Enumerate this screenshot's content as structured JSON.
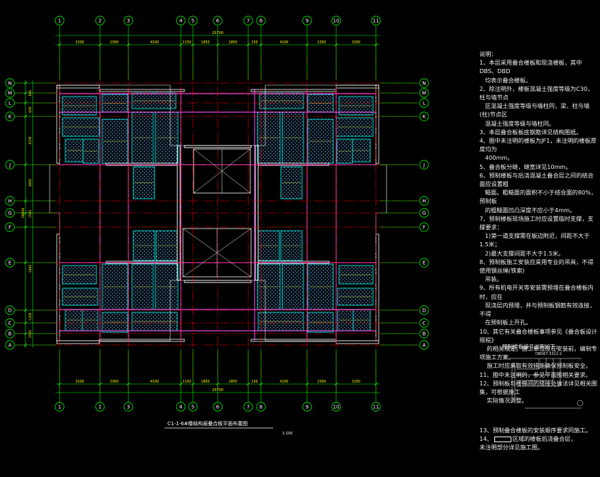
{
  "drawing": {
    "grid_top": [
      "1",
      "2",
      "3",
      "4",
      "5",
      "6",
      "7",
      "8",
      "9",
      "10",
      "11"
    ],
    "grid_bottom": [
      "1",
      "2",
      "3",
      "4",
      "5",
      "6",
      "7",
      "8",
      "9",
      "10",
      "11"
    ],
    "grid_left": [
      "N",
      "M",
      "L",
      "K",
      "J",
      "H",
      "G",
      "F",
      "E",
      "D",
      "C",
      "B",
      "A"
    ],
    "grid_right": [
      "N",
      "M",
      "L",
      "K",
      "J",
      "H",
      "G",
      "F",
      "E",
      "D",
      "C",
      "B",
      "A"
    ],
    "top_segments": [
      "3200",
      "2300",
      "4100",
      "1150",
      "1850",
      "2850",
      "150",
      "4100",
      "2300",
      "3200"
    ],
    "top_total": "25700",
    "bottom_segments": [
      "3200",
      "2300",
      "4100",
      "1150",
      "1850",
      "2850",
      "150",
      "4100",
      "2300",
      "3200"
    ],
    "bottom_total": "25700",
    "left_dims": [
      "600",
      "600",
      "4700",
      "3600",
      "1500",
      "5400",
      "1200",
      "2500"
    ],
    "left_total": "28000",
    "title": "C1-1-6#楼结构层叠合板平面布置图",
    "scale": "1:100",
    "colors": {
      "background": "#000000",
      "grid_axis": "#00ff00",
      "axis_line": "#ff0000",
      "beams": "#ff55ff",
      "walls": "#ffffff",
      "slabs": "#00ffff",
      "dims": "#ffff00"
    }
  },
  "notes": {
    "title": "说明：",
    "items": [
      "1、本层采用叠合楼板和现浇楼板，其中DBS、DBD\n   均表示叠合楼板。",
      "2、除注明外，楼板混凝土强度等级为C30，柱与墙节点\n   区混凝土强度等级与墙柱同，梁、柱与墙(柱)节点区\n   混凝土强度等级与墙柱同。",
      "3、本层叠合板板底钢筋详见结构图纸。",
      "4、图中未注明的楼板为JF1，未注明的楼板厚度均为\n   400mm。",
      "5、叠合板分缝，缝宽详见10mm。",
      "6、预制楼板与后浇混凝土叠合层之间的结合面应设置粗\n   糙面。粗糙面的面积不小于结合面的80%，预制板\n   的粗糙面凹凸深度不应小于4mm。",
      "7、预制楼板现场施工时应设置临时支撑，支撑要求：\n   1)第一道支撑需在板边附近，间距不大于1.5米；\n   2)最大支撑间距不大于1.5米。",
      "8、预制板施工安装应采用专业的吊具，不得使用钢丝绳(铁索)\n   吊装。",
      "9、所有机电开关等安装需预埋在叠合楼板内时，应在\n   现浇层内预埋，并与预制板钢筋有效连接，不得\n   在预制板上开孔。",
      "10、其它有关叠合楼板事项参见《叠合板设计规程》\n    的相关规定。施工单位应在安装前，编制专项施工方案。\n    施工时应采取有效措施确保预制板安全。",
      "11、图中未注明的，参见平面图相关要求。",
      "12、预制板与楼梯间的搭接处做法详见相关图集，可根据施工\n    实际情况调整。"
    ]
  },
  "legend": {
    "title": "预制楼板编号说明如下：",
    "code": "DBD67-3312-2"
  },
  "notes2": {
    "item13": "13、预制叠合楼板的安装顺序要求同施工。",
    "item14_a": "14、",
    "item14_b": "区域的楼板后浇叠合层，",
    "item14_c": "    未注明部分详见施工图。"
  }
}
